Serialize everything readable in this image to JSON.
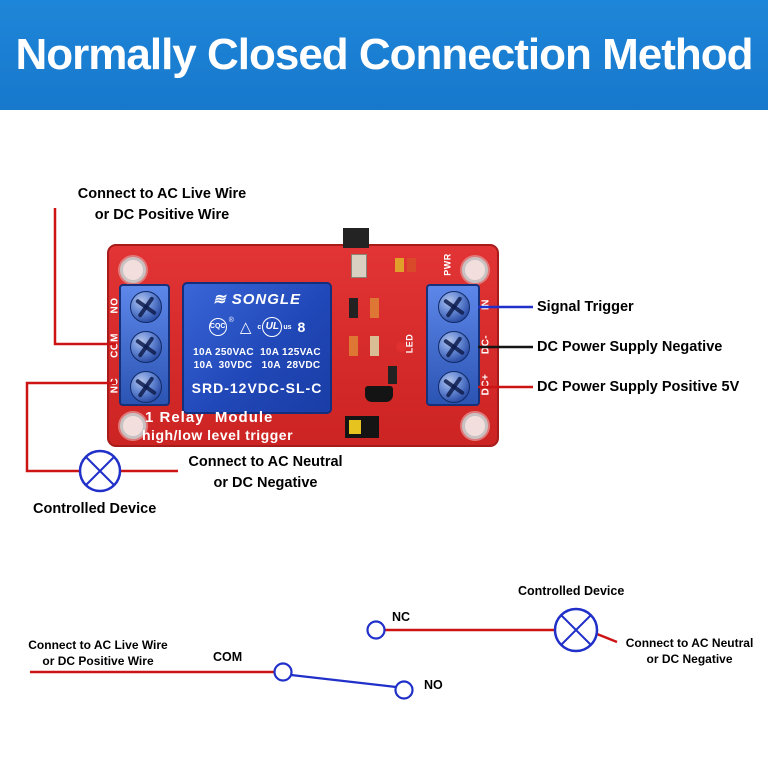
{
  "header": {
    "title": "Normally Closed Connection Method"
  },
  "colors": {
    "banner_blue": "#1778cc",
    "board_red": "#d62a2a",
    "relay_blue": "#2148b8",
    "wire_red": "#cc1414",
    "wire_blue": "#2030c8",
    "wire_black": "#151515"
  },
  "module": {
    "relay": {
      "brand": "SONGLE",
      "wave_icon": "≋",
      "cqc": "CQC",
      "reg": "®",
      "triangle": "△",
      "ul_c": "c",
      "ul": "UL",
      "ul_us": "us",
      "file_num": "8",
      "ratings_line1": "10A 250VAC  10A 125VAC",
      "ratings_line2": "10A  30VDC   10A  28VDC",
      "model": "SRD-12VDC-SL-C"
    },
    "left_terminals": [
      "NO",
      "COM",
      "NC"
    ],
    "right_terminals": [
      "IN",
      "DC-",
      "DC+"
    ],
    "pwr": "PWR",
    "led": "LED",
    "silk_line1": "1 Relay  Module",
    "silk_line2": "high/low level trigger"
  },
  "annotations": {
    "ac_live": {
      "line1": "Connect to AC Live Wire",
      "line2": "or DC Positive Wire"
    },
    "signal_trigger": "Signal Trigger",
    "dc_negative": "DC Power Supply Negative",
    "dc_positive": "DC Power Supply Positive 5V",
    "ac_neutral": {
      "line1": "Connect to AC Neutral",
      "line2": "or DC Negative"
    },
    "controlled_device": "Controlled Device"
  },
  "schematic": {
    "controlled_device": "Controlled Device",
    "nc": "NC",
    "com": "COM",
    "no": "NO",
    "ac_live": {
      "line1": "Connect to AC Live Wire",
      "line2": "or DC Positive Wire"
    },
    "ac_neutral": {
      "line1": "Connect to AC Neutral",
      "line2": "or DC Negative"
    }
  }
}
